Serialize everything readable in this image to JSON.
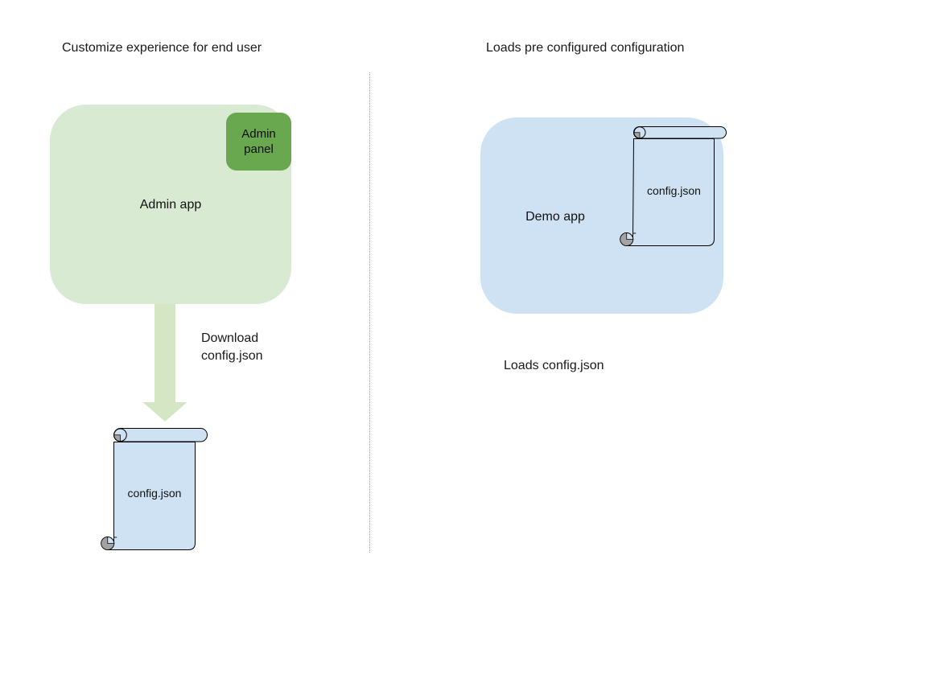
{
  "left_panel": {
    "title": "Customize experience for end user",
    "admin_app": {
      "label": "Admin app",
      "panel_label": "Admin panel"
    },
    "arrow_label": "Download config.json",
    "config_file": {
      "label": "config.json"
    }
  },
  "right_panel": {
    "title": "Loads pre configured configuration",
    "demo_app": {
      "label": "Demo app"
    },
    "config_file": {
      "label": "config.json"
    },
    "caption": "Loads config.json"
  },
  "colors": {
    "admin_app_fill": "#d9ead3",
    "admin_panel_fill": "#6aa84f",
    "arrow_fill": "#d4e6c4",
    "demo_app_fill": "#cfe2f3",
    "scroll_fill": "#cfe2f3",
    "scroll_stroke": "#000000",
    "scroll_curl_gray": "#a3a3a3",
    "divider_gray": "#949494",
    "background": "#ffffff"
  }
}
